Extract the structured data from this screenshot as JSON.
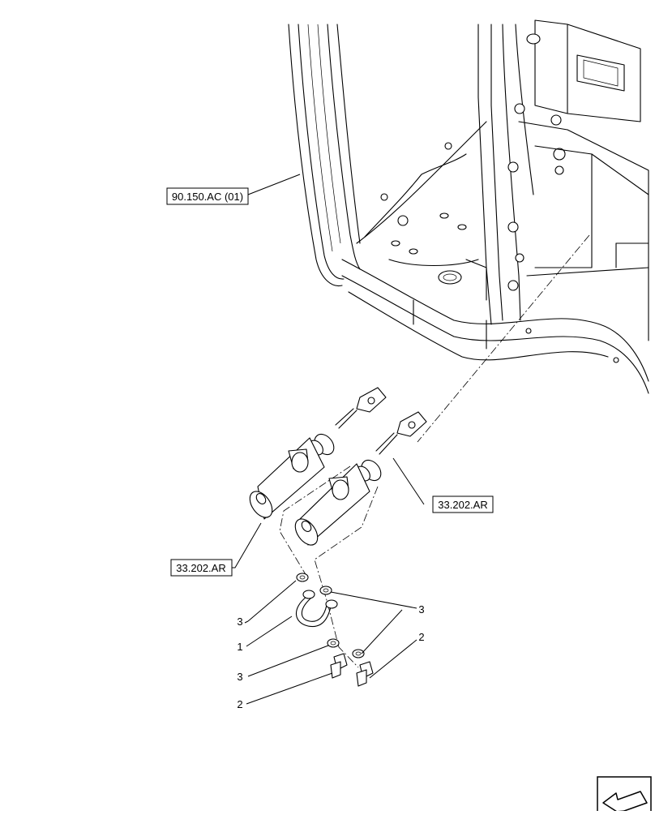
{
  "references": {
    "ref_top": "90.150.AC (01)",
    "ref_right": "33.202.AR",
    "ref_left": "33.202.AR"
  },
  "callouts": {
    "c3_left_top": "3",
    "c1": "1",
    "c3_left_bottom": "3",
    "c2_left": "2",
    "c3_right": "3",
    "c2_right": "2"
  },
  "icons": {
    "nav": "arrow-icon"
  }
}
